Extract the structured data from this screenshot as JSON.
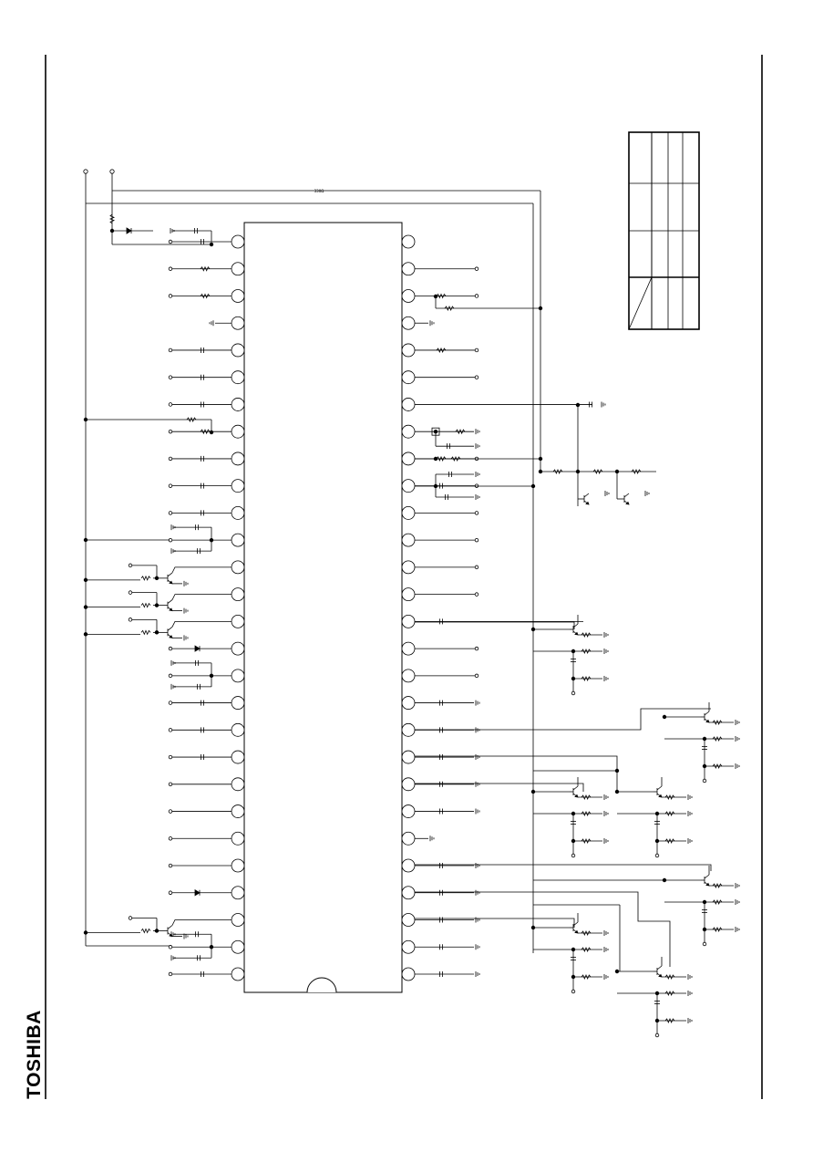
{
  "brand": {
    "name": "TOSHIBA"
  },
  "schematic": {
    "ic": {
      "pins_per_side": 28
    },
    "bus_label": "330Ω",
    "title_block": {
      "rows": 4,
      "columns": 4
    }
  }
}
